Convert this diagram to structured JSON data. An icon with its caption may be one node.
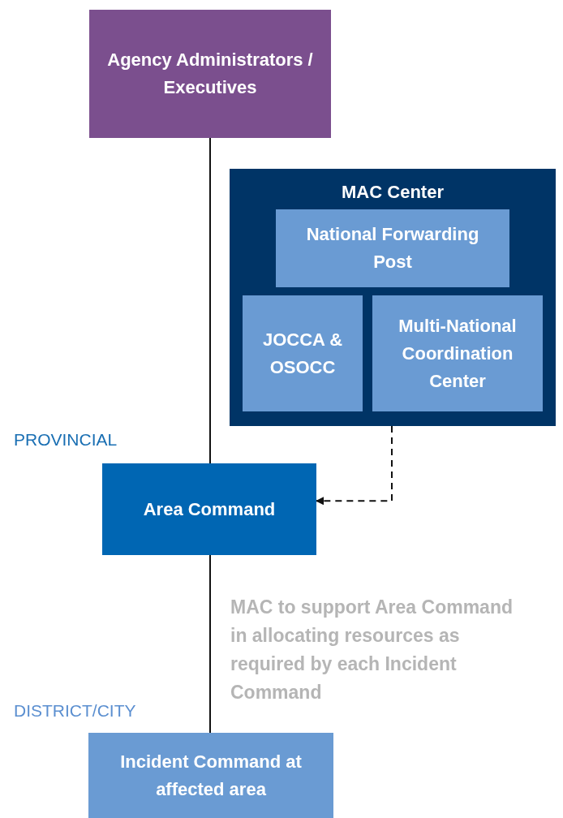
{
  "diagram": {
    "nodes": [
      {
        "text": [
          "Agency Administrators / Executives"
        ]
      },
      {
        "text": [
          "MAC Center"
        ]
      },
      {
        "text": [
          "National Forwarding Post"
        ],
        "in": 1
      },
      {
        "text": [
          "JOCCA & OSOCC"
        ],
        "in": 1
      },
      {
        "text": [
          "Multi-National Coordination Center"
        ],
        "in": 1
      },
      {
        "text": [
          "Area Command"
        ]
      },
      {
        "text": [
          "Incident Command at affected area"
        ]
      }
    ],
    "edges": [
      {
        "from": 0,
        "to": 5,
        "arrow": "none"
      },
      {
        "from": 1,
        "to": 5,
        "arrow": "to",
        "style": "dashed"
      },
      {
        "from": 5,
        "to": 6,
        "arrow": "none"
      }
    ],
    "labels": [
      "PROVINCIAL",
      "MAC to support Area Command in allocating resources as required by each Incident Command",
      "DISTRICT/CITY"
    ]
  }
}
